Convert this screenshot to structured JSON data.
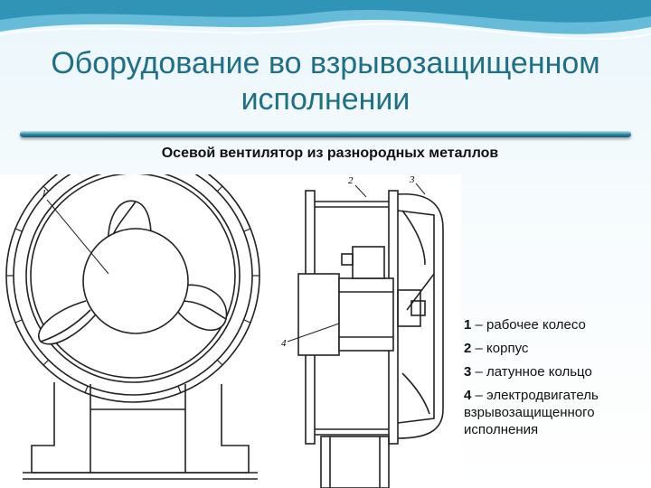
{
  "slide": {
    "title": "Оборудование во взрывозащищенном исполнении",
    "subtitle": "Осевой вентилятор из разнородных металлов"
  },
  "drawing": {
    "callouts": [
      "1",
      "2",
      "3",
      "4"
    ]
  },
  "legend": {
    "items": [
      {
        "num": "1",
        "text": "– рабочее колесо"
      },
      {
        "num": "2",
        "text": "– корпус"
      },
      {
        "num": "3",
        "text": "– латунное кольцо"
      },
      {
        "num": "4",
        "text": "– электродвигатель взрывозащищенного исполнения"
      }
    ]
  },
  "colors": {
    "title": "#1f6f86",
    "accent_bar": "#2d8aa6",
    "wave": "#3aa0c4"
  }
}
